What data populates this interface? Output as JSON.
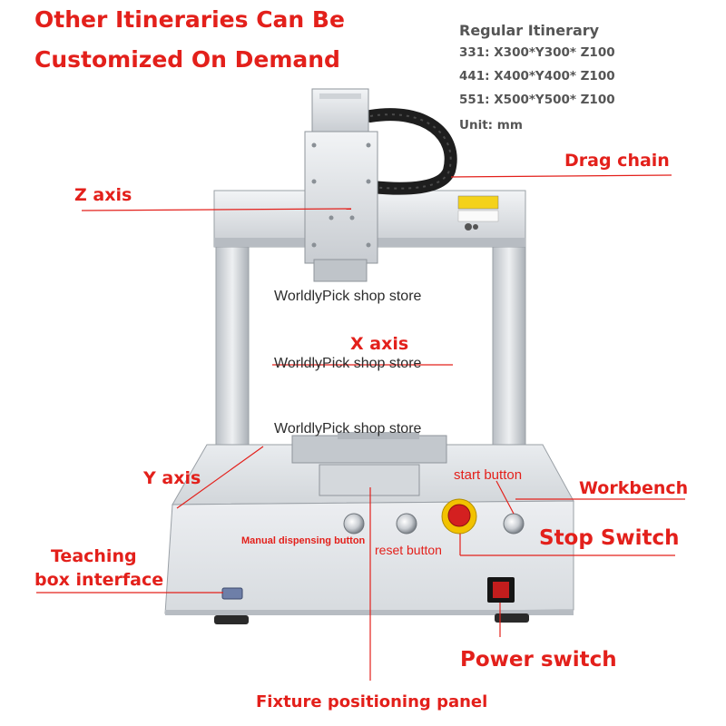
{
  "headline": {
    "line1": "Other Itineraries Can Be",
    "line2": "Customized On Demand"
  },
  "specs": {
    "title": "Regular Itinerary",
    "rows": [
      "331:  X300*Y300* Z100",
      "441:  X400*Y400* Z100",
      "551:  X500*Y500* Z100"
    ],
    "unit": "Unit: mm"
  },
  "labels": {
    "drag_chain": "Drag chain",
    "z_axis": "Z axis",
    "x_axis": "X axis",
    "y_axis": "Y axis",
    "start_button": "start button",
    "workbench": "Workbench",
    "manual_dispensing_button": "Manual dispensing button",
    "reset_button": "reset button",
    "stop_switch": "Stop Switch",
    "teaching_line1": "Teaching",
    "teaching_line2": "box interface",
    "power_switch": "Power switch",
    "fixture_panel": "Fixture positioning panel"
  },
  "watermarks": {
    "w1": "WorldlyPick shop store",
    "w2": "WorldlyPick shop store",
    "w3": "WorldlyPick shop store"
  },
  "colors": {
    "accent_red": "#e3201b",
    "spec_gray": "#555555",
    "frame_silver": "#d9dde2",
    "emergency_red": "#d42020",
    "emergency_yellow": "#f2c200"
  }
}
